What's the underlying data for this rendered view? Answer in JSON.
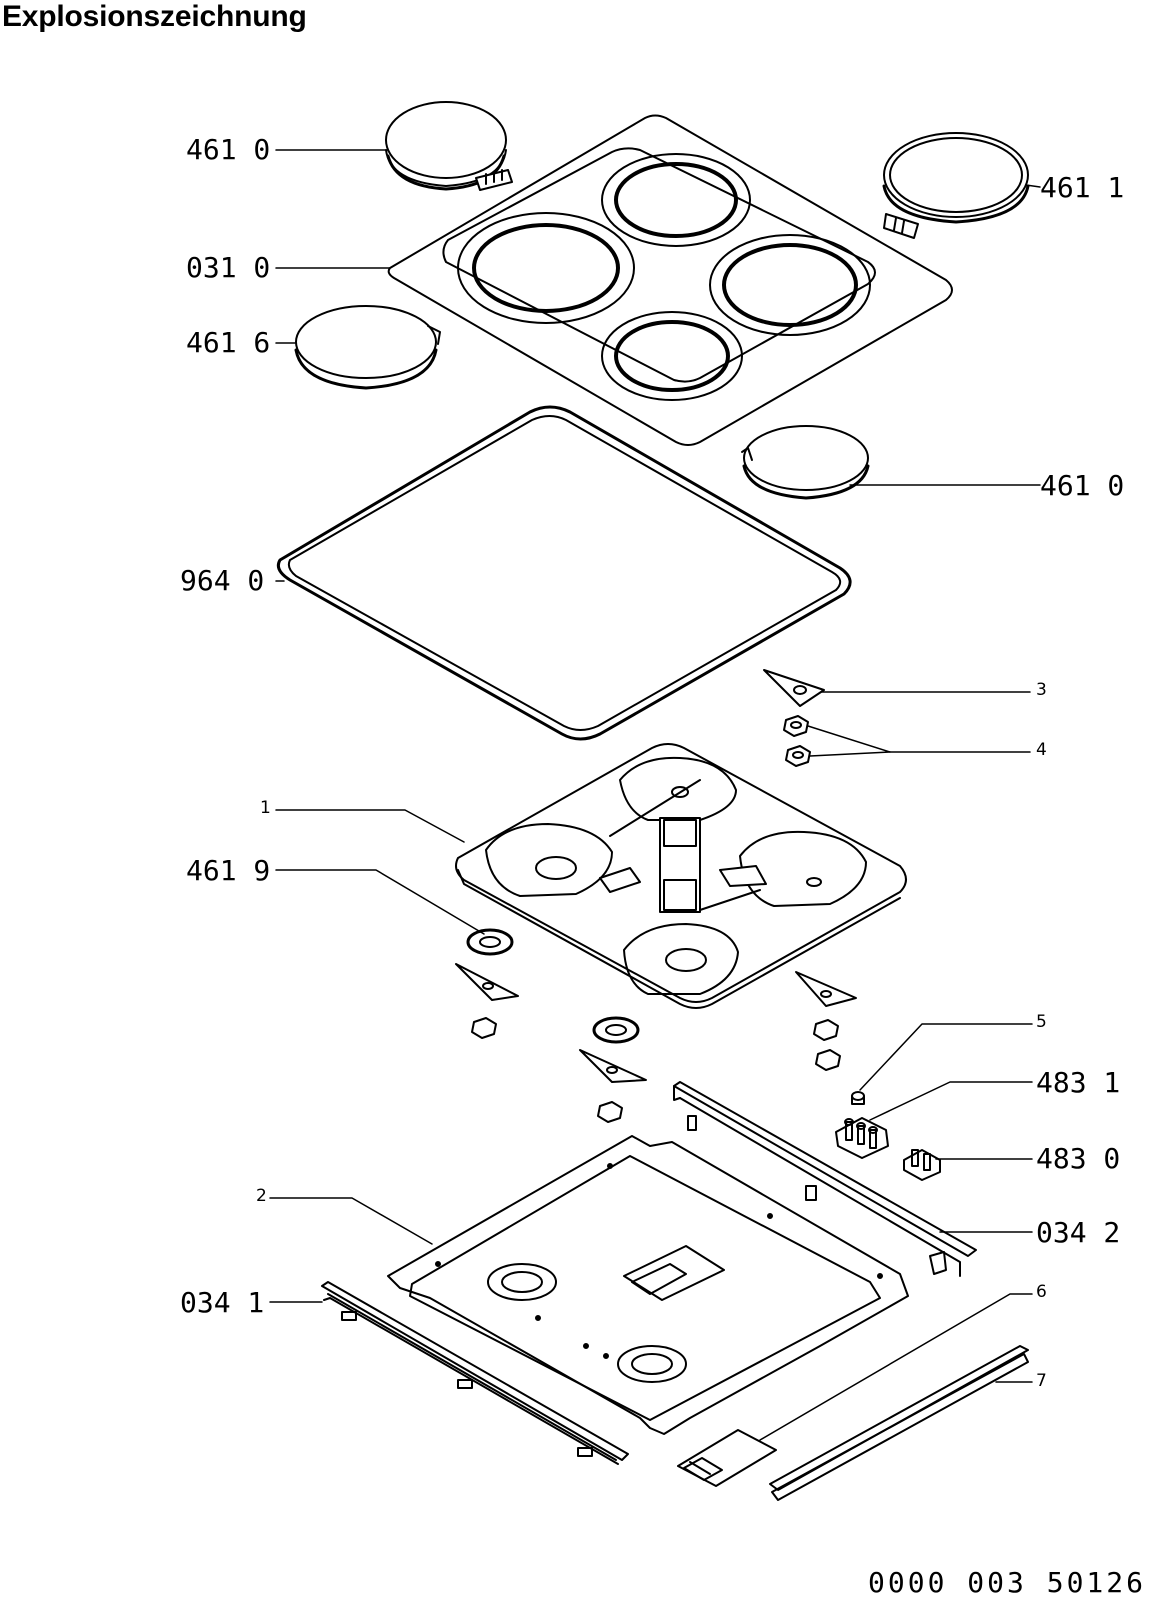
{
  "title": "Explosionszeichnung",
  "document_number": "0000 003 50126",
  "parts": {
    "plate_top_left": "461 0",
    "plate_top_right": "461 1",
    "cooktop_frame": "031 0",
    "plate_left": "461 6",
    "plate_right_lower": "461 0",
    "gasket": "964 0",
    "item_3": "3",
    "item_4": "4",
    "item_1": "1",
    "clip": "461 9",
    "item_5": "5",
    "terminal_block_a": "483 1",
    "terminal_block_b": "483 0",
    "item_2": "2",
    "rail_right": "034 2",
    "rail_left": "034 1",
    "item_6": "6",
    "item_7": "7"
  }
}
